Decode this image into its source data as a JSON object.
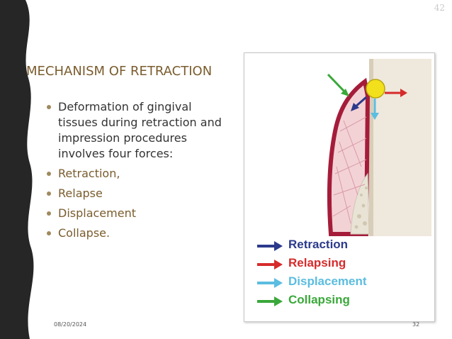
{
  "slide": {
    "corner_number": "42",
    "title": "MECHANISM OF RETRACTION",
    "bullets": [
      {
        "text": "Deformation of gingival tissues during retraction and  impression procedures involves four forces:",
        "style": "dark"
      },
      {
        "text": "Retraction,",
        "style": "accent"
      },
      {
        "text": "Relapse",
        "style": "accent"
      },
      {
        "text": "Displacement",
        "style": "accent"
      },
      {
        "text": "Collapse.",
        "style": "accent"
      }
    ],
    "footer_date": "08/20/2024",
    "footer_page": "32"
  },
  "figure": {
    "legend": [
      {
        "label": "Retraction",
        "color": "#2b3a8c"
      },
      {
        "label": "Relapsing",
        "color": "#d62b2b"
      },
      {
        "label": "Displacement",
        "color": "#5bbde0"
      },
      {
        "label": "Collapsing",
        "color": "#3aa83a"
      }
    ]
  },
  "colors": {
    "title": "#7a5c2d",
    "bullet_dot": "#a08a5c",
    "band": "#262626",
    "gingiva": "#a51c3a",
    "cord_ball": "#f2e01c"
  }
}
